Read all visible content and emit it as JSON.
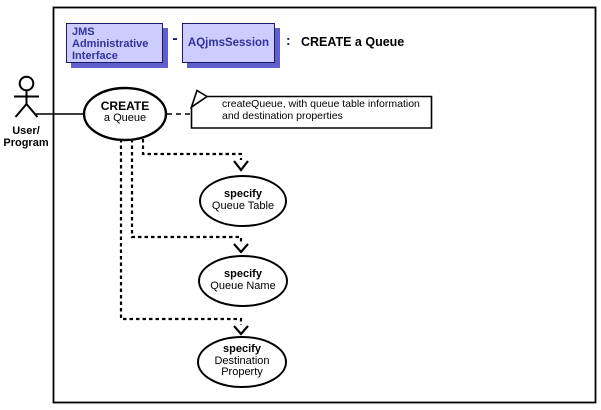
{
  "diagram": {
    "header": {
      "interface_box": {
        "lines": [
          "JMS",
          "Administrative",
          "Interface"
        ]
      },
      "separator": "-",
      "session_box": {
        "label": "AQjmsSession"
      },
      "colon": ":",
      "operation_title": "CREATE a Queue"
    },
    "actor": {
      "label": [
        "User/",
        "Program"
      ]
    },
    "main_use_case": {
      "lines": [
        "CREATE",
        "a Queue"
      ]
    },
    "note": {
      "lines": [
        "createQueue, with queue table information",
        "and destination properties"
      ]
    },
    "sub_use_cases": [
      {
        "id": "queue-table",
        "lines": [
          "specify",
          "Queue Table"
        ]
      },
      {
        "id": "queue-name",
        "lines": [
          "specify",
          "Queue Name"
        ]
      },
      {
        "id": "destination-property",
        "lines": [
          "specify",
          "Destination",
          "Property"
        ]
      }
    ],
    "colors": {
      "background": "#ffffff",
      "box_fill": "#ccccff",
      "box_shadow": "#6060cc",
      "box_border": "#1a1a66",
      "box_text": "#333399",
      "title_text": "#000000",
      "line": "#000000"
    }
  }
}
